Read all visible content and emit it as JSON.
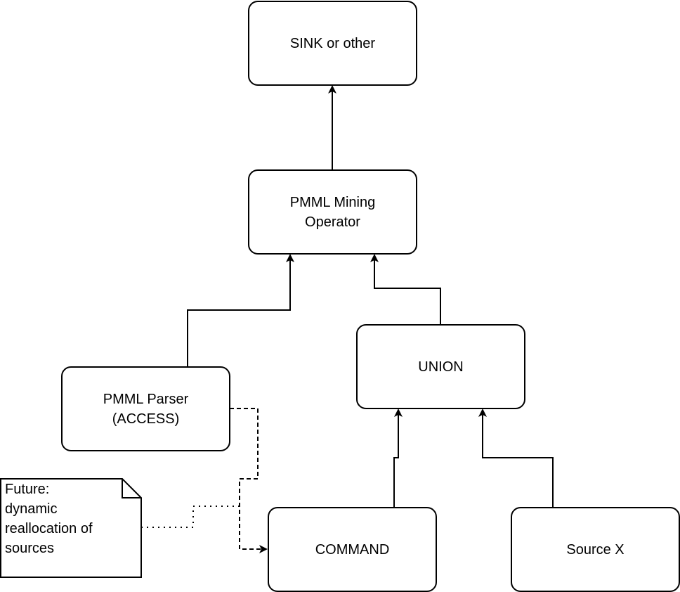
{
  "diagram": {
    "nodes": {
      "sink": {
        "label": "SINK or other"
      },
      "mining": {
        "label": "PMML Mining\nOperator"
      },
      "union": {
        "label": "UNION"
      },
      "parser": {
        "label": "PMML Parser\n(ACCESS)"
      },
      "command": {
        "label": "COMMAND"
      },
      "source_x": {
        "label": "Source X"
      }
    },
    "note": {
      "label": "Future:\ndynamic\nreallocation of\nsources"
    },
    "edges": [
      {
        "from": "mining",
        "to": "sink",
        "style": "solid"
      },
      {
        "from": "parser",
        "to": "mining",
        "style": "solid"
      },
      {
        "from": "union",
        "to": "mining",
        "style": "solid"
      },
      {
        "from": "command",
        "to": "union",
        "style": "solid"
      },
      {
        "from": "source_x",
        "to": "union",
        "style": "solid"
      },
      {
        "from": "parser",
        "to": "command",
        "style": "dashed"
      },
      {
        "from": "note",
        "to": "parser-command-edge",
        "style": "dotted"
      }
    ],
    "colors": {
      "stroke": "#000000",
      "fill": "#ffffff"
    }
  }
}
